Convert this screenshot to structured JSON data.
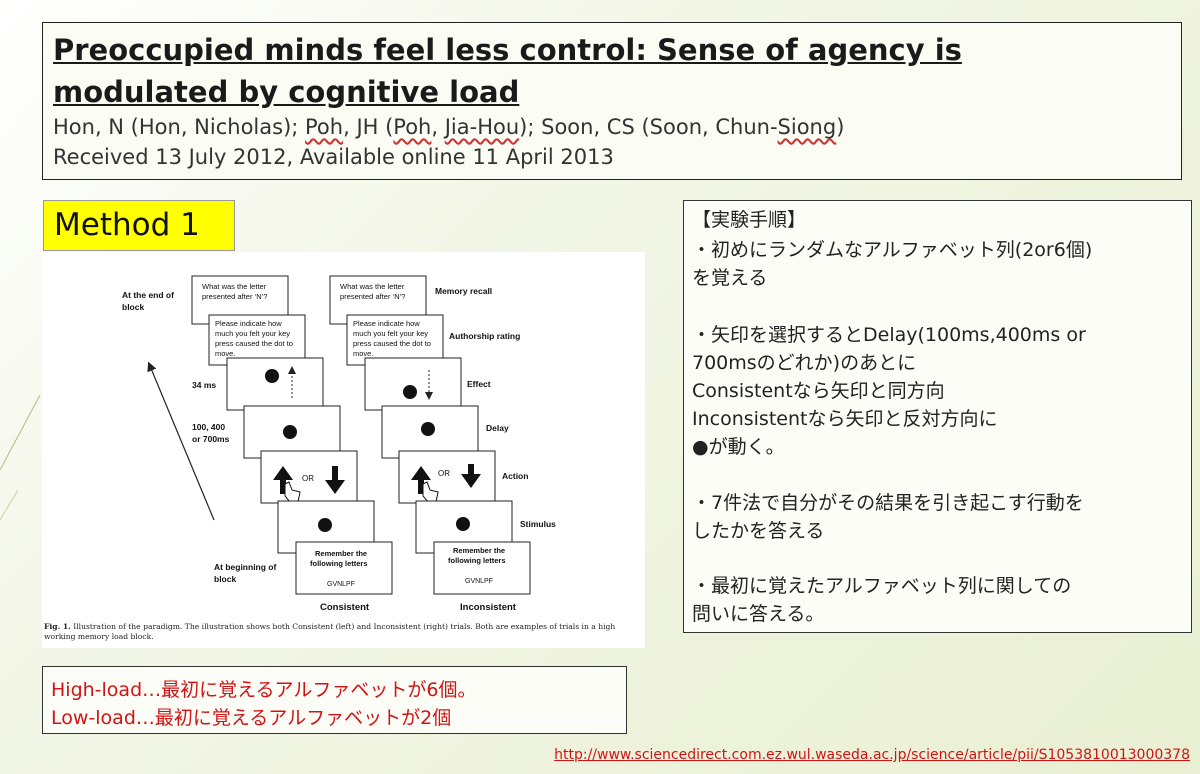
{
  "title": {
    "line1": "Preoccupied minds feel less control: Sense of agency is",
    "line2": "modulated by cognitive load"
  },
  "authors": {
    "prefix": "Hon, N (Hon, Nicholas); ",
    "poh1": "Poh",
    "mid1": ", JH (",
    "poh2": "Poh",
    "comma": ", ",
    "jiahou": "Jia-Hou",
    "mid2": "); Soon, CS (Soon, Chun-",
    "siong": "Siong",
    "suffix": ")"
  },
  "received": "Received 13 July 2012, Available online 11 April 2013",
  "method_label": "Method 1",
  "figure": {
    "left_labels": {
      "end_block_1": "At the end of",
      "end_block_2": "block",
      "time_34": "34 ms",
      "time_delay_1": "100, 400",
      "time_delay_2": "or 700ms",
      "begin_block_1": "At beginning of",
      "begin_block_2": "block"
    },
    "right_labels": {
      "memory_recall": "Memory recall",
      "authorship": "Authorship rating",
      "effect": "Effect",
      "delay": "Delay",
      "action": "Action",
      "stimulus": "Stimulus"
    },
    "screens": {
      "recall_1": "What was the letter",
      "recall_2": "presented after ‘N’?",
      "rating_1": "Please indicate how",
      "rating_2": "much you felt your key",
      "rating_3": "press caused the dot to",
      "rating_4": "move.",
      "or_text": "OR",
      "remember_1": "Remember the",
      "remember_2": "following letters",
      "letters": "GVNLPF"
    },
    "columns": {
      "consistent": "Consistent",
      "inconsistent": "Inconsistent"
    },
    "caption_fig": "Fig. 1.",
    "caption_text": " Illustration of the paradigm. The illustration shows both Consistent (left) and Inconsistent (right) trials. Both are examples of trials in a high working memory load block."
  },
  "procedure": {
    "lines": [
      "【実験手順】",
      "・初めにランダムなアルファベット列(2or6個)",
      "を覚える",
      "・矢印を選択するとDelay(100ms,400ms or",
      "700msのどれか)のあとに",
      "Consistentなら矢印と同方向",
      "Inconsistentなら矢印と反対方向に",
      "●が動く。",
      "・7件法で自分がその結果を引き起こす行動を",
      "したかを答える",
      "・最初に覚えたアルファベット列に関しての",
      "問いに答える。"
    ]
  },
  "note": {
    "high": "High-load…最初に覚えるアルファベットが6個。",
    "low": "Low-load…最初に覚えるアルファベットが2個"
  },
  "source_url": "http://www.sciencedirect.com.ez.wul.waseda.ac.jp/science/article/pii/S1053810013000378",
  "colors": {
    "highlight": "#ffff00",
    "note_text": "#d01414",
    "background": "#eef2dc"
  }
}
